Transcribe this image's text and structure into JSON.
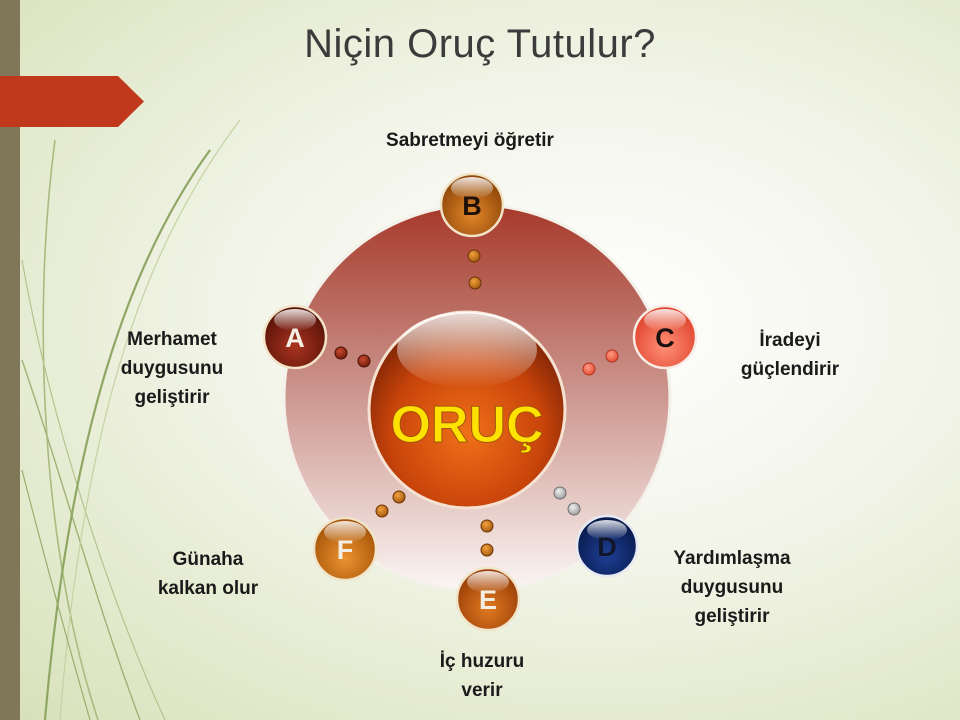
{
  "title": "Niçin Oruç Tutulur?",
  "center": {
    "label": "ORUÇ"
  },
  "nodes": [
    {
      "letter": "A",
      "caption": [
        "Merhamet",
        "duygusunu",
        "geliştirir"
      ]
    },
    {
      "letter": "B",
      "caption": [
        "Sabretmeyi öğretir"
      ]
    },
    {
      "letter": "C",
      "caption": [
        "İradeyi",
        "güçlendirir"
      ]
    },
    {
      "letter": "D",
      "caption": [
        "Yardımlaşma",
        "duygusunu",
        "geliştirir"
      ]
    },
    {
      "letter": "E",
      "caption": [
        "İç huzuru",
        "verir"
      ]
    },
    {
      "letter": "F",
      "caption": [
        "Günaha",
        "kalkan olur"
      ]
    }
  ],
  "colors": {
    "node_a": "#8a1f12",
    "node_b": "#c56a12",
    "node_c": "#f16a55",
    "node_d": "#0f2a73",
    "node_e": "#c45a0c",
    "node_f": "#d47513",
    "center": "#d2480c",
    "center_text": "#ffe100",
    "arrow": "#c0391c",
    "side_bar": "#7f7757"
  }
}
